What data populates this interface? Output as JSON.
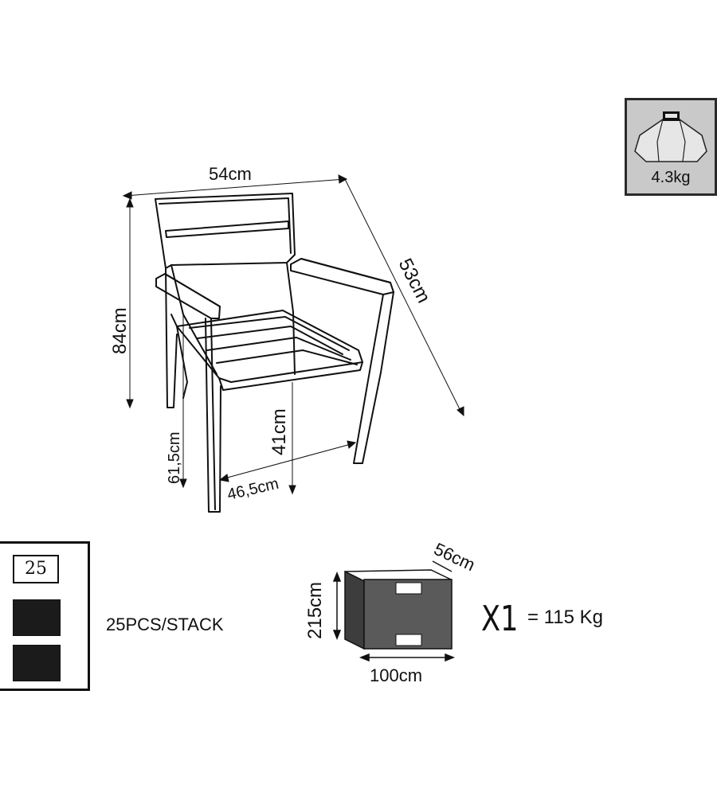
{
  "chair": {
    "width_label": "54cm",
    "depth_label": "53cm",
    "height_label": "84cm",
    "armrest_height_label": "61,5cm",
    "seat_height_label": "41cm",
    "seat_width_label": "46,5cm"
  },
  "weight": {
    "label": "4.3kg"
  },
  "stack": {
    "count": "25",
    "text": "25PCS/STACK"
  },
  "pallet": {
    "depth_label": "56cm",
    "height_label": "215cm",
    "width_label": "100cm",
    "quantity_label": "X1",
    "total_weight_label": "= 115 Kg"
  },
  "colors": {
    "line": "#111111",
    "pallet_fill": "#5a5a5a",
    "weight_box_fill": "#c9c9c9"
  }
}
